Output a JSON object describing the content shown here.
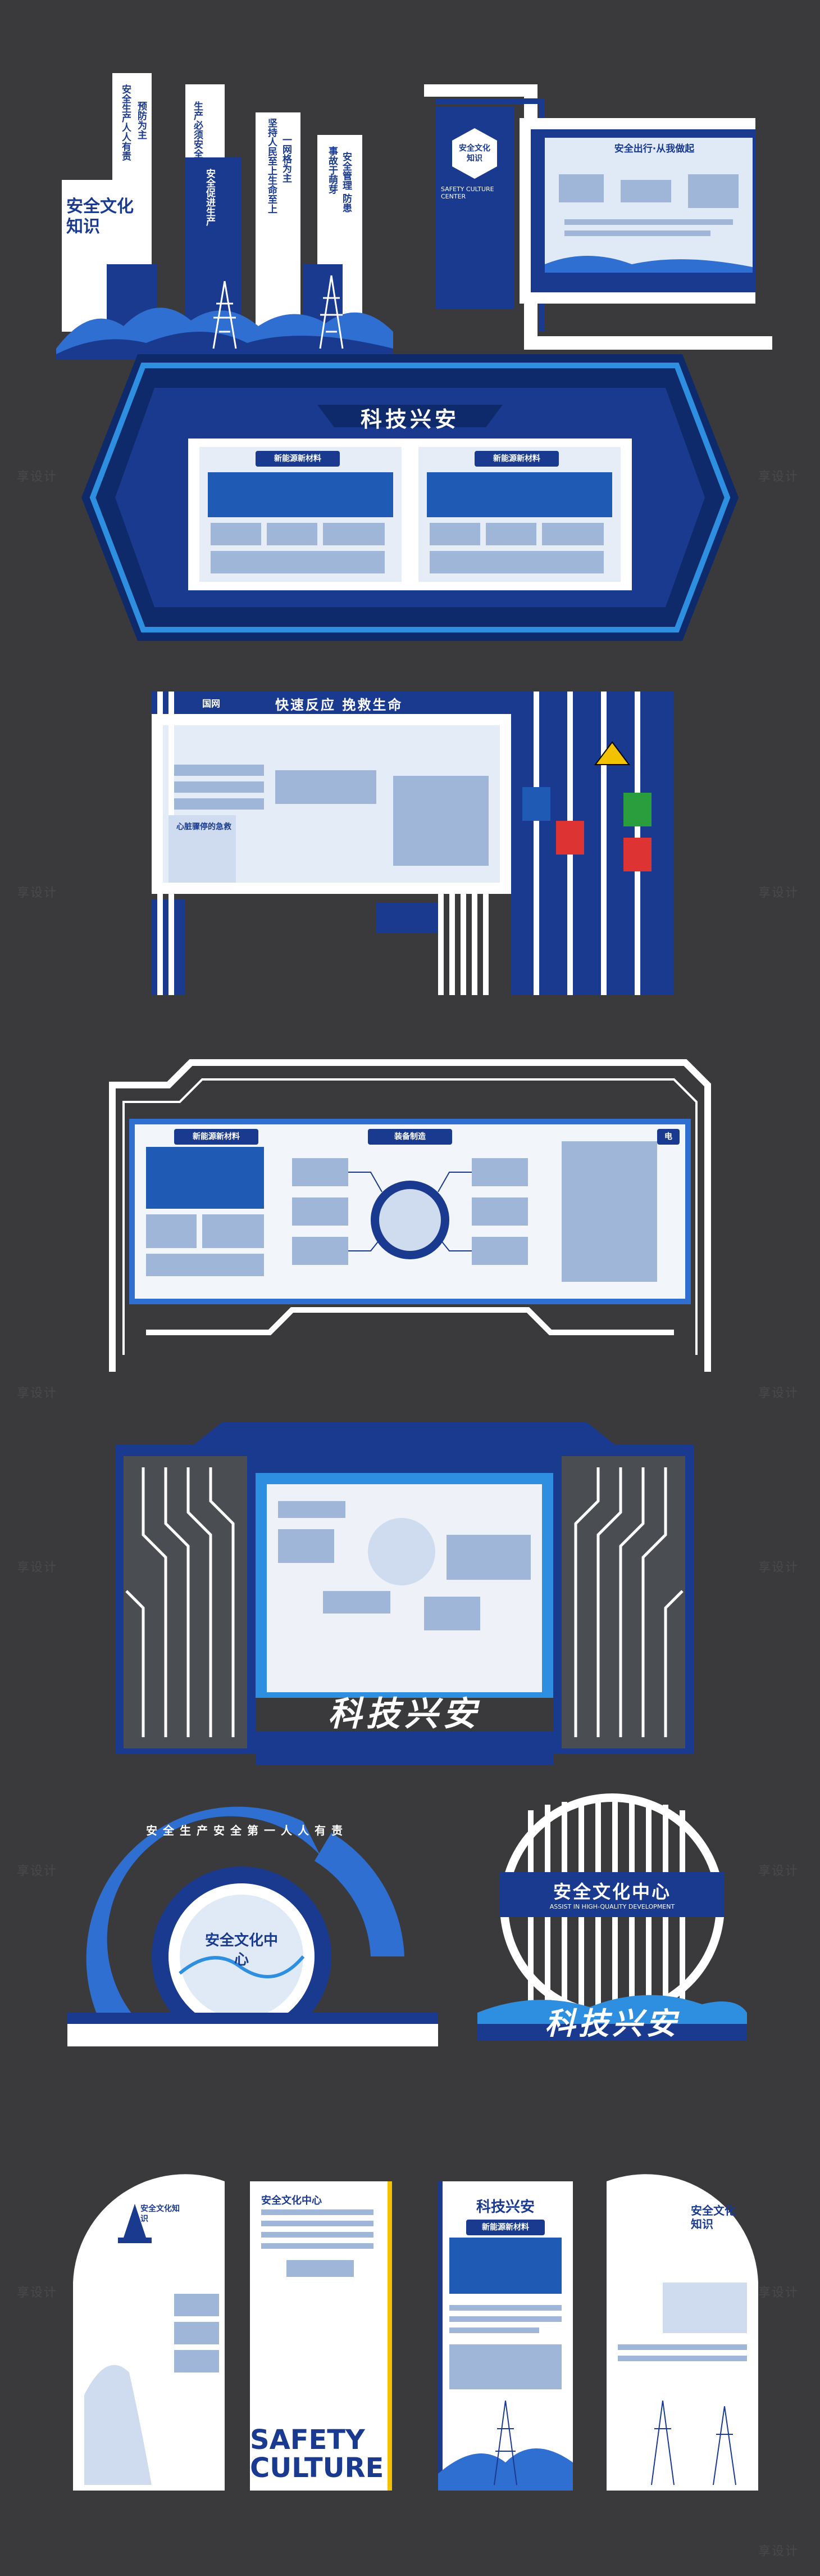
{
  "board1": {
    "title": "安全文化知识",
    "slogans": [
      "安全生产人人有责",
      "预防为主",
      "安全促进生产",
      "生产必须安全",
      "坚持人民至上生命至上",
      "一网格为主",
      "事故于萌芽",
      "安全管理 防患"
    ]
  },
  "board2": {
    "badge": "安全文化知识",
    "sub": "SAFETY CULTURE CENTER",
    "screen_title": "安全出行·从我做起"
  },
  "board3": {
    "title": "科技兴安",
    "panel_left_title": "新能源新材料",
    "panel_right_title": "新能源新材料"
  },
  "board4": {
    "headline": "快速反应 挽救生命",
    "logo": "国网",
    "sub_title": "心脏骤停的急救"
  },
  "board5": {
    "left_title": "新能源新材料",
    "center_title": "装备制造",
    "right_tab": "电"
  },
  "board6": {
    "title": "科技兴安"
  },
  "board7": {
    "arc_text": "安全生产安全第一人人有责",
    "center_title": "安全文化中心",
    "right_title": "安全文化中心",
    "right_sub": "ASSIST IN HIGH-QUALITY DEVELOPMENT",
    "right_base": "科技兴安"
  },
  "board8": {
    "p1_title": "安全文化知识",
    "p2_title": "安全文化中心",
    "p2_en1": "SAFETY",
    "p2_en2": "CULTURE",
    "p3_title": "科技兴安",
    "p3_tag": "新能源新材料",
    "p4_title": "安全文化知识"
  },
  "watermark": "享设计"
}
